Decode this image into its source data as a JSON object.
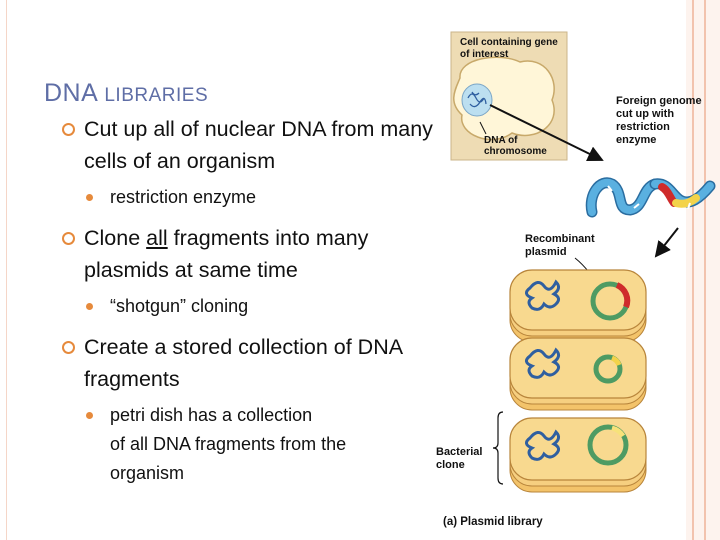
{
  "slide": {
    "title_main": "DNA",
    "title_rest": "libraries",
    "bullets": [
      {
        "text": "Cut up all of nuclear DNA from many cells of an organism",
        "sub": [
          "restriction enzyme"
        ]
      },
      {
        "text_before": "Clone ",
        "text_underlined": "all",
        "text_after": " fragments into many plasmids at same time",
        "sub": [
          "“shotgun” cloning"
        ]
      },
      {
        "text": "Create a stored collection of DNA fragments",
        "sub_lines": [
          "petri dish has a collection",
          "of all DNA fragments from the",
          "organism"
        ]
      }
    ]
  },
  "figure": {
    "cell_label_1": "Cell containing gene",
    "cell_label_2": "of interest",
    "dna_label_1": "DNA of",
    "dna_label_2": "chromosome",
    "foreign_1": "Foreign genome",
    "foreign_2": "cut up with",
    "foreign_3": "restriction",
    "foreign_4": "enzyme",
    "recomb_1": "Recombinant",
    "recomb_2": "plasmid",
    "bact_1": "Bacterial",
    "bact_2": "clone",
    "caption": "(a) Plasmid library"
  },
  "colors": {
    "accent": "#e68a3c",
    "title": "#5f6ea6",
    "bacteria": "#f6cf80",
    "plasmid": "#4e9b63",
    "insert_red": "#cf2b2b",
    "dna_blue": "#5ab0e0",
    "dna_yellow": "#f3d34a"
  }
}
